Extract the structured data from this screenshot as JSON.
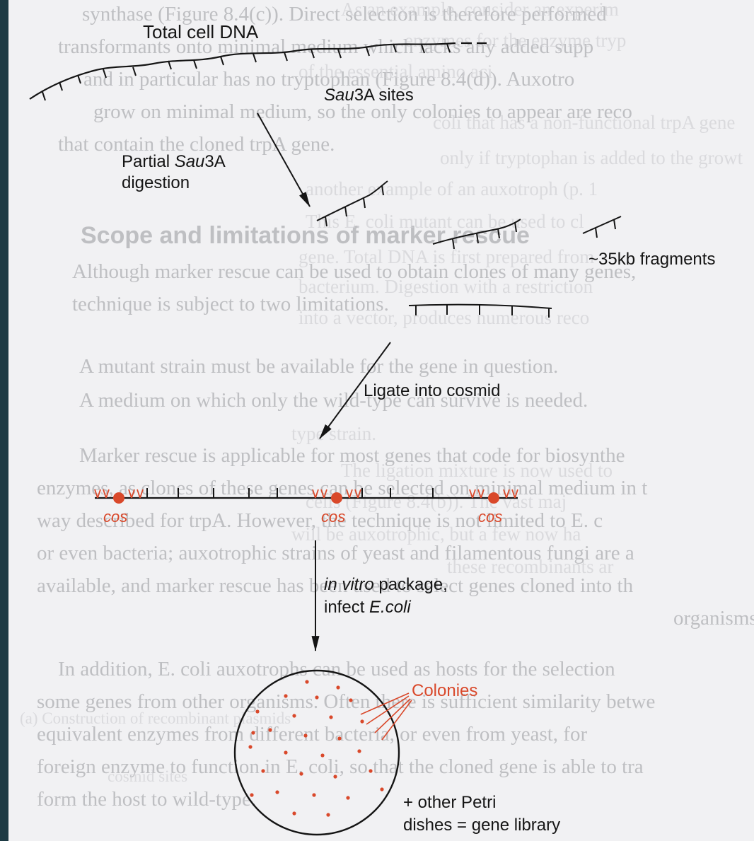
{
  "diagram": {
    "total_dna": "Total cell DNA",
    "sau_sites_italic": "Sau",
    "sau_sites_rest": "3A sites",
    "partial_line1_a": "Partial ",
    "partial_line1_italic": "Sau",
    "partial_line1_b": "3A",
    "partial_line2": "digestion",
    "fragments": "~35kb fragments",
    "ligate": "Ligate into cosmid",
    "cos": "cos",
    "package_line1_italic": "in vitro",
    "package_line1_rest": " package,",
    "package_line2_a": "infect ",
    "package_line2_italic": "E.coli",
    "colonies": "Colonies",
    "library_line1": "+ other Petri",
    "library_line2": "dishes = gene library"
  },
  "colors": {
    "background": "#1d3a44",
    "page": "#f1f1f3",
    "ink": "#151515",
    "accent": "#d9482a"
  },
  "bleed_through": {
    "lines": [
      "synthase (Figure 8.4(c)). Direct selection is therefore performed",
      "transformants onto minimal medium which lacks any added supp",
      "and in particular has no tryptophan (Figure 8.4(d)). Auxotro",
      "grow on minimal medium, so the only colonies to appear are reco",
      "that contain the cloned trpA gene.",
      "Scope and limitations of marker rescue",
      "Although marker rescue can be used to obtain clones of many genes,",
      "technique is subject to two limitations.",
      "A mutant strain must be available for the gene in question.",
      "A medium on which only the wild-type can survive is needed.",
      "Marker rescue is applicable for most genes that code for biosynthe",
      "enzymes, as clones of these genes can be selected on minimal medium in t",
      "way described for trpA. However, the technique is not limited to E. c",
      "or even bacteria; auxotrophic strains of yeast and filamentous fungi are a",
      "available, and marker rescue has been used to select genes cloned into th",
      "organisms.",
      "In addition, E. coli auxotrophs can be used as hosts for the selection",
      "some genes from other organisms. Often there is sufficient similarity betwe",
      "equivalent enzymes from different bacteria, or even from yeast, for",
      "foreign enzyme to function in E. coli, so that the cloned gene is able to tra",
      "form the host to wild-type."
    ],
    "right_column": [
      "As an example, consider an experim",
      "enzymes for the enzyme tryp",
      "of the essential amino aci",
      "coli that has a non-functional trpA gene",
      "only if tryptophan is added to the growt",
      "another example of an auxotroph (p. 1",
      "This E. coli mutant can be used to cl",
      "gene. Total DNA is first prepared from",
      "bacterium. Digestion with a restriction",
      "into a vector, produces numerous reco",
      "type strain.",
      "The ligation mixture is now used to",
      "cells (Figure 8.4(b)). The vast maj",
      "will be auxotrophic, but a few now ha",
      "these recombinants ar",
      "(a) Construction of recombinant plasmids",
      "cosmid sites"
    ]
  }
}
